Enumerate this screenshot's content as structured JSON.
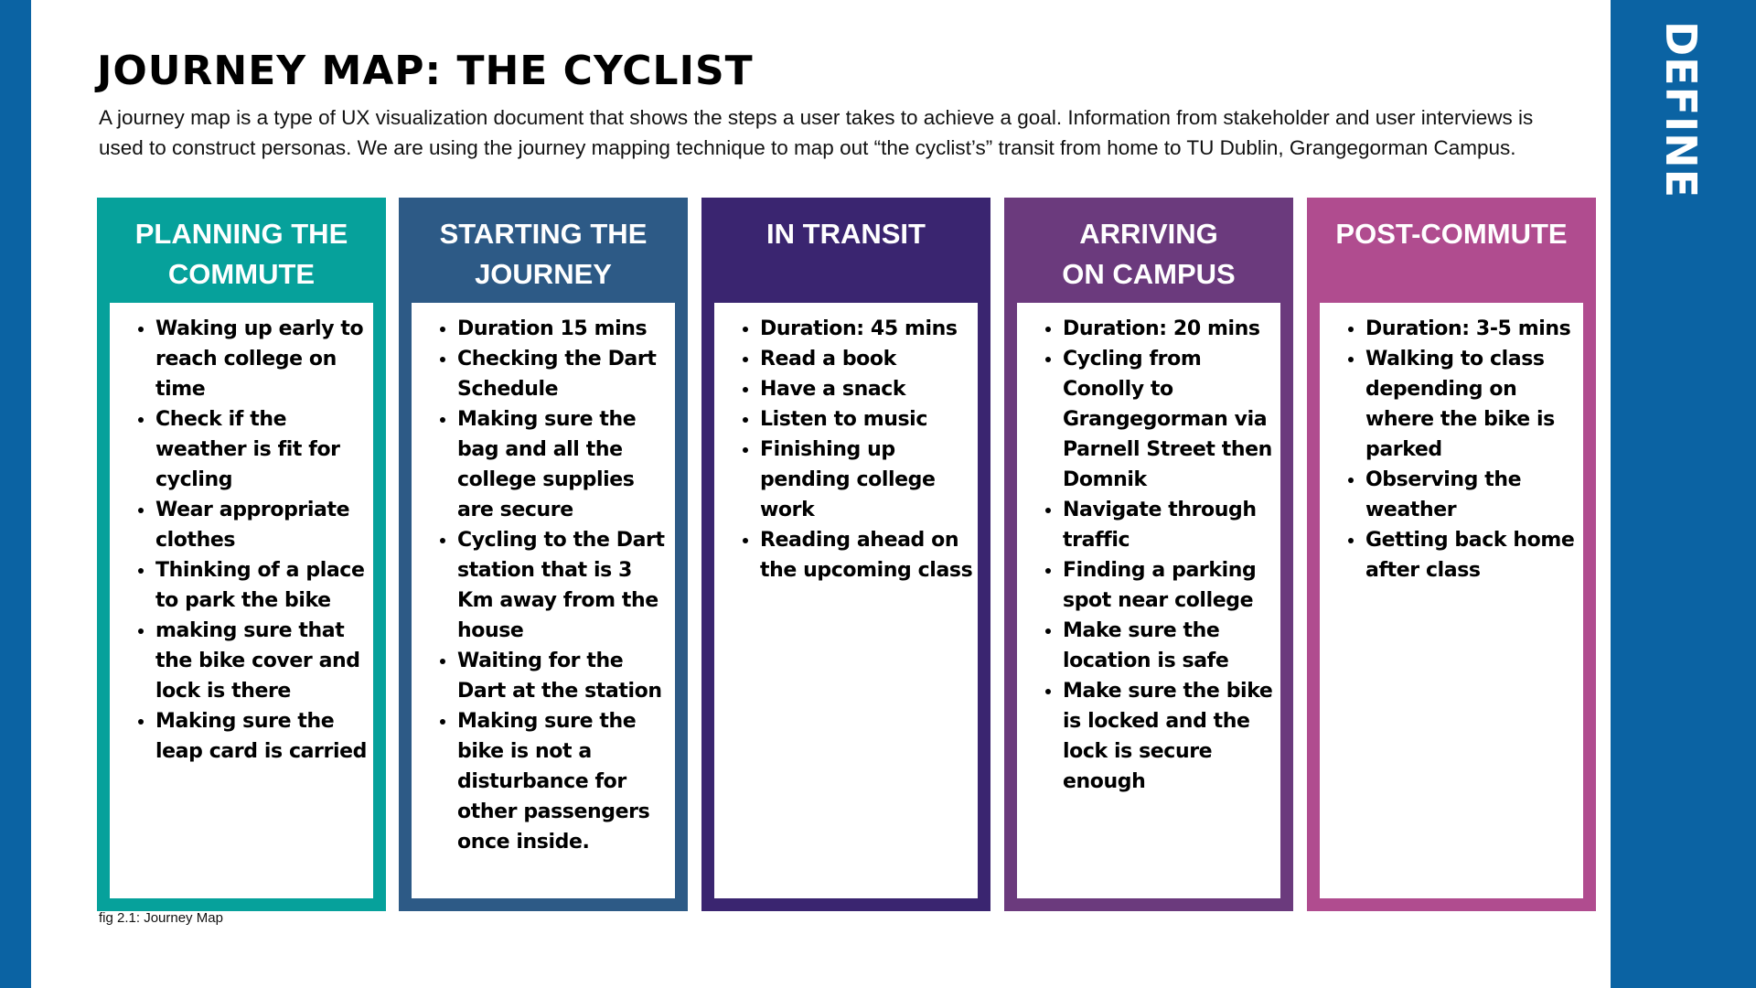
{
  "page": {
    "title": "JOURNEY MAP:  THE CYCLIST",
    "intro": "A journey map is a type of UX visualization document that shows the steps a user takes to achieve a goal. Information from stakeholder and user interviews is used to construct personas. We are using the journey mapping technique to map out “the cyclist’s” transit from home to TU Dublin, Grangegorman Campus.",
    "side_label": "DEFINE",
    "caption": "fig 2.1: Journey Map"
  },
  "colors": {
    "frame": "#0b63a3",
    "planning": "#06a19b",
    "starting": "#2d5a86",
    "transit": "#3a2570",
    "arriving": "#6b3a7d",
    "post": "#b04c8f"
  },
  "stages": [
    {
      "header": [
        "PLANNING THE",
        "COMMUTE"
      ],
      "items": [
        "Waking up early to reach college on time",
        "Check if the weather is fit for cycling",
        "Wear appropriate clothes",
        "Thinking of a place to park the bike",
        "making sure that the bike cover and lock is there",
        "Making sure the leap card is carried"
      ]
    },
    {
      "header": [
        "STARTING THE",
        "JOURNEY"
      ],
      "items": [
        "Duration 15 mins",
        "Checking the Dart Schedule",
        "Making sure the bag and all the college supplies are secure",
        "Cycling to the Dart station that is 3 Km away from the house",
        "Waiting for the Dart at the station",
        "Making sure the bike is not a disturbance for other passengers once inside."
      ]
    },
    {
      "header": [
        "IN TRANSIT"
      ],
      "items": [
        "Duration: 45 mins",
        "Read a book",
        "Have a snack",
        "Listen to music",
        "Finishing up pending college work",
        "Reading ahead on the upcoming class"
      ]
    },
    {
      "header": [
        "ARRIVING",
        "ON CAMPUS"
      ],
      "items": [
        "Duration: 20 mins",
        "Cycling from Conolly to Grangegorman via Parnell Street then Domnik",
        "Navigate through traffic",
        "Finding a parking spot near college",
        "Make sure the location is safe",
        "Make sure the bike is locked and the lock is secure enough"
      ]
    },
    {
      "header": [
        "POST-COMMUTE"
      ],
      "items": [
        "Duration: 3-5 mins",
        "Walking to class depending on where the bike is parked",
        "Observing the weather",
        "Getting back home after class"
      ]
    }
  ]
}
